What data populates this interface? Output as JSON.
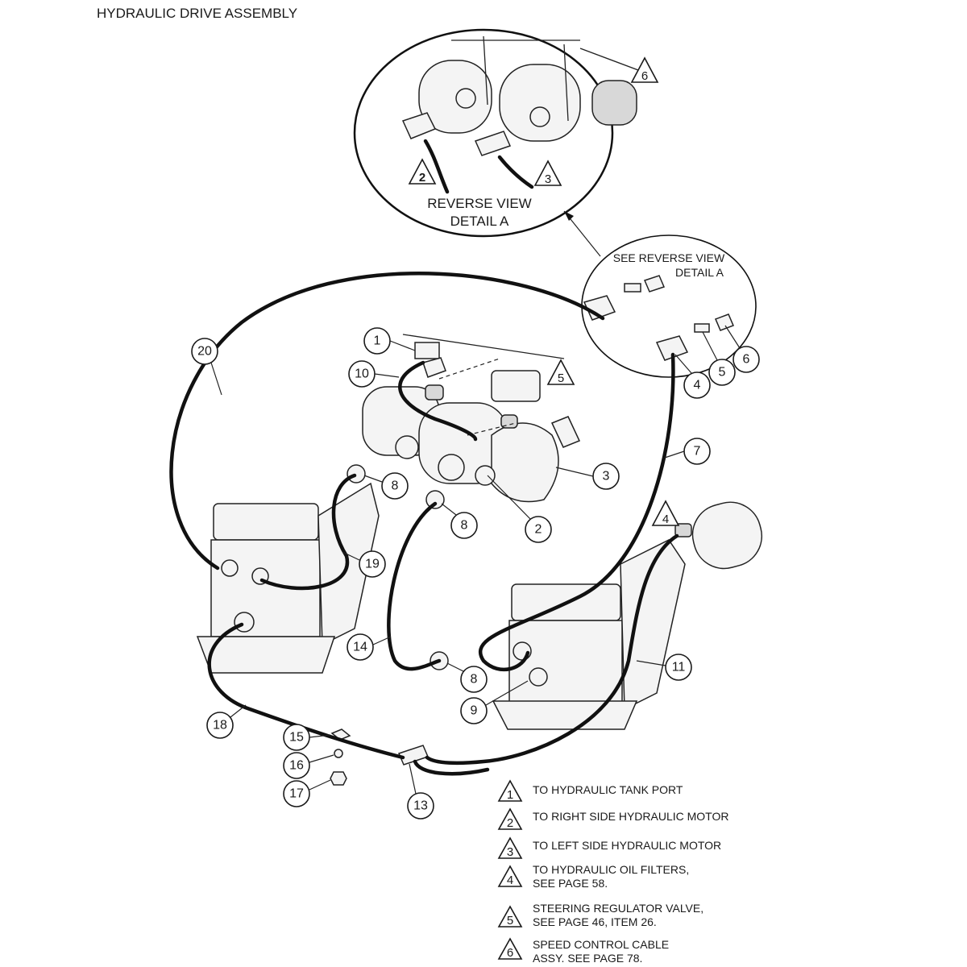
{
  "title": "HYDRAULIC DRIVE ASSEMBLY",
  "detail_a": {
    "caption_line1": "REVERSE VIEW",
    "caption_line2": "DETAIL A",
    "marker_2": "2",
    "marker_3": "3",
    "marker_6": "6"
  },
  "see_reverse": {
    "line1": "SEE REVERSE VIEW",
    "line2": "DETAIL A"
  },
  "callouts": [
    "1",
    "2",
    "3",
    "4",
    "5",
    "6",
    "7",
    "8",
    "8",
    "8",
    "9",
    "10",
    "11",
    "13",
    "14",
    "15",
    "16",
    "17",
    "18",
    "19",
    "20"
  ],
  "triangle_markers": {
    "m4": "4",
    "m5": "5"
  },
  "legend": [
    {
      "num": "1",
      "line1": "TO HYDRAULIC TANK PORT",
      "line2": ""
    },
    {
      "num": "2",
      "line1": "TO RIGHT SIDE HYDRAULIC MOTOR",
      "line2": ""
    },
    {
      "num": "3",
      "line1": "TO LEFT SIDE HYDRAULIC MOTOR",
      "line2": ""
    },
    {
      "num": "4",
      "line1": "TO HYDRAULIC OIL FILTERS,",
      "line2": "SEE PAGE 58."
    },
    {
      "num": "5",
      "line1": "STEERING REGULATOR VALVE,",
      "line2": "SEE PAGE 46, ITEM 26."
    },
    {
      "num": "6",
      "line1": "SPEED CONTROL CABLE",
      "line2": "ASSY.  SEE PAGE 78."
    }
  ]
}
